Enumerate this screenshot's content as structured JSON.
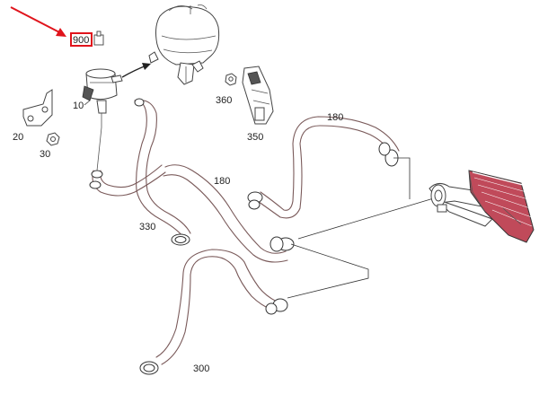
{
  "parts": [
    {
      "id": "part-900",
      "label": "900",
      "highlighted": true
    },
    {
      "id": "part-10",
      "label": "10"
    },
    {
      "id": "part-20",
      "label": "20"
    },
    {
      "id": "part-30",
      "label": "30"
    },
    {
      "id": "part-360",
      "label": "360"
    },
    {
      "id": "part-350",
      "label": "350"
    },
    {
      "id": "part-180-top",
      "label": "180"
    },
    {
      "id": "part-180-mid",
      "label": "180"
    },
    {
      "id": "part-330",
      "label": "330"
    },
    {
      "id": "part-300",
      "label": "300"
    }
  ],
  "colors": {
    "highlight": "#e0141c",
    "hose_stroke": "#7a5a5a",
    "radiator_fill": "#c04a5a"
  },
  "icons": [
    "pointer-arrow-icon",
    "direction-arrow-icon"
  ]
}
